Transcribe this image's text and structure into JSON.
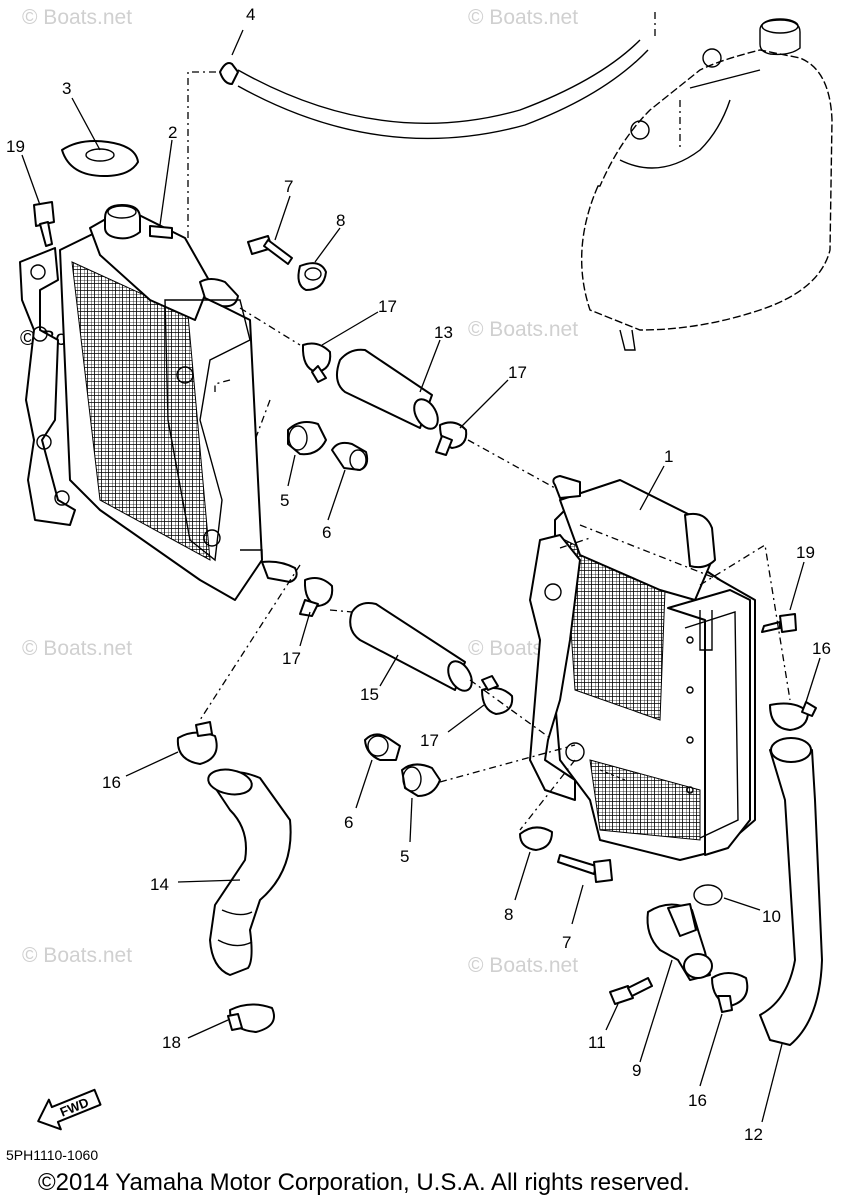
{
  "watermark": "© Boats.net",
  "diagram_code": "5PH1110-1060",
  "copyright": "©2014 Yamaha Motor Corporation, U.S.A. All rights reserved.",
  "fwd_label": "FWD",
  "callouts": {
    "c1": "1",
    "c2": "2",
    "c3": "3",
    "c4": "4",
    "c5a": "5",
    "c5b": "5",
    "c6a": "6",
    "c6b": "6",
    "c7a": "7",
    "c7b": "7",
    "c8a": "8",
    "c8b": "8",
    "c9": "9",
    "c10": "10",
    "c11": "11",
    "c12": "12",
    "c13": "13",
    "c14": "14",
    "c15": "15",
    "c16a": "16",
    "c16b": "16",
    "c16c": "16",
    "c17a": "17",
    "c17b": "17",
    "c17c": "17",
    "c17d": "17",
    "c18": "18",
    "c19a": "19",
    "c19b": "19"
  }
}
